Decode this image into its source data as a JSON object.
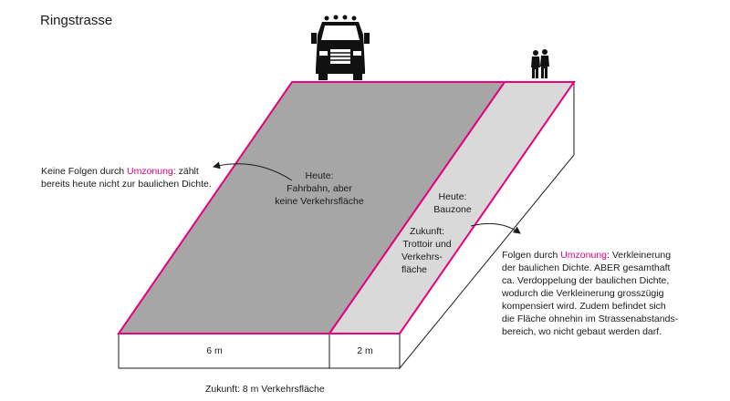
{
  "title": "Ringstrasse",
  "colors": {
    "accent": "#e4007f",
    "road": "#a6a6a6",
    "sidewalk": "#d9d9d9",
    "outline": "#1a1a1a"
  },
  "icons": {
    "truck": "truck-icon",
    "pedestrians": "pedestrians-icon"
  },
  "road_label": {
    "line1": "Heute:",
    "line2": "Fahrbahn, aber",
    "line3": "keine Verkehrsfläche"
  },
  "zone_label": {
    "today_line1": "Heute:",
    "today_line2": "Bauzone",
    "future_line1": "Zukunft:",
    "future_line2": "Trottoir und",
    "future_line3": "Verkehrs-",
    "future_line4": "fläche"
  },
  "left_note": {
    "prefix": "Keine Folgen durch ",
    "highlight": "Umzonung",
    "suffix": ": zählt",
    "line2": "bereits heute nicht zur baulichen Dichte."
  },
  "right_note": {
    "prefix": "Folgen durch ",
    "highlight": "Umzonung",
    "suffix": ": Verkleinerung",
    "line2": "der baulichen Dichte. ABER gesamthaft",
    "line3": "ca. Verdoppelung der baulichen Dichte,",
    "line4": "wodurch die Verkleinerung grosszügig",
    "line5": "kompensiert wird. Zudem befindet sich",
    "line6": "die Fläche ohnehin im Strassenabstands-",
    "line7": "bereich, wo nicht gebaut werden darf."
  },
  "dimensions": {
    "road_width": "6 m",
    "sidewalk_width": "2 m",
    "future_total": "Zukunft: 8 m Verkehrsfläche"
  }
}
